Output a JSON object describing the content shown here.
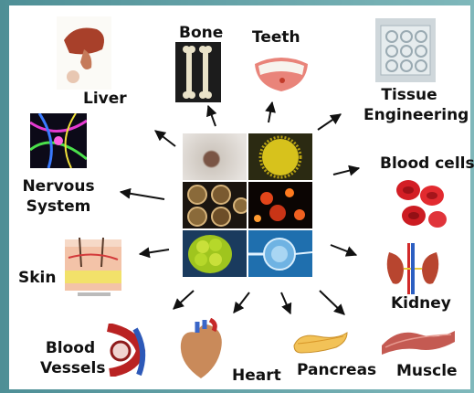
{
  "labels": {
    "bone": "Bone",
    "teeth": "Teeth",
    "liver": "Liver",
    "tissue_1": "Tissue",
    "tissue_2": "Engineering",
    "nervous_1": "Nervous",
    "nervous_2": "System",
    "blood_cells": "Blood cells",
    "skin": "Skin",
    "kidney": "Kidney",
    "blood_vessels_1": "Blood",
    "blood_vessels_2": "Vessels",
    "heart": "Heart",
    "pancreas": "Pancreas",
    "muscle": "Muscle"
  },
  "center_image": {
    "tiles": [
      "wound-healing",
      "yellow-pollen-cell",
      "embryo-cells",
      "red-fluorescent-cells",
      "green-cell-cluster",
      "microinjection"
    ]
  },
  "colors": {
    "background": "#5fa0a6",
    "card": "#ffffff",
    "arrow": "#111111"
  }
}
